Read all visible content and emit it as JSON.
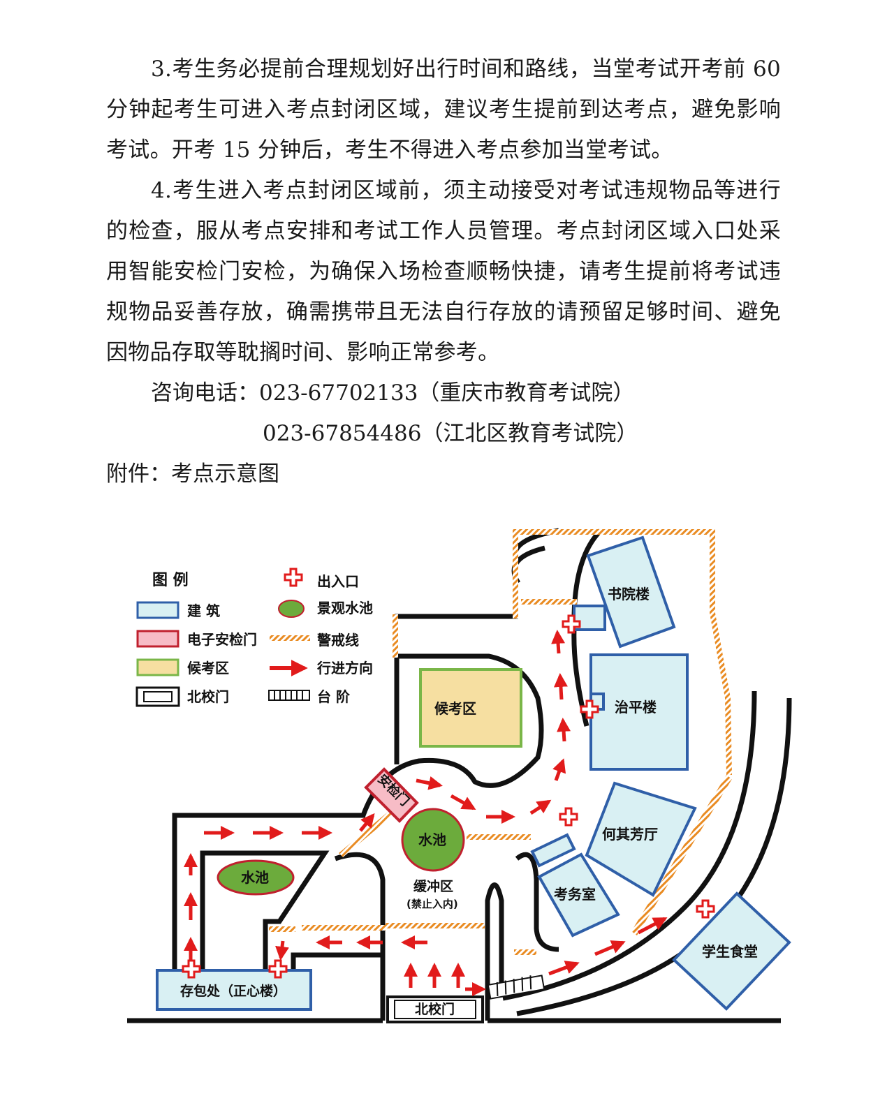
{
  "paragraphs": {
    "p3": "3.考生务必提前合理规划好出行时间和路线，当堂考试开考前 60 分钟起考生可进入考点封闭区域，建议考生提前到达考点，避免影响考试。开考 15 分钟后，考生不得进入考点参加当堂考试。",
    "p4": "4.考生进入考点封闭区域前，须主动接受对考试违规物品等进行的检查，服从考点安排和考试工作人员管理。考点封闭区域入口处采用智能安检门安检，为确保入场检查顺畅快捷，请考生提前将考试违规物品妥善存放，确需携带且无法自行存放的请预留足够时间、避免因物品存取等耽搁时间、影响正常参考。"
  },
  "contact": {
    "label": "咨询电话：",
    "line1": "023-67702133（重庆市教育考试院）",
    "line2": "023-67854486（江北区教育考试院）"
  },
  "attachment": "附件：考点示意图",
  "map": {
    "legend": {
      "title": "图 例",
      "building": "建 筑",
      "security_gate": "电子安检门",
      "waiting_area": "候考区",
      "north_gate": "北校门",
      "entrance": "出入口",
      "pool": "景观水池",
      "cordon": "警戒线",
      "direction": "行进方向",
      "steps": "台 阶"
    },
    "labels": {
      "shuyuan": "书院楼",
      "zhiping": "治平楼",
      "waiting": "候考区",
      "anjianmen": "安检门",
      "pool1": "水池",
      "pool2": "水池",
      "buffer": "缓冲区",
      "buffer_note": "(禁止入内)",
      "heqifang": "何其芳厅",
      "kaowu": "考务室",
      "canteen": "学生食堂",
      "baggage": "存包处（正心楼）",
      "north_gate": "北校门"
    },
    "colors": {
      "building_fill": "#d9f0f3",
      "building_stroke": "#2f5fa8",
      "security_fill": "#f7bcc6",
      "security_stroke": "#c0202e",
      "waiting_fill": "#f6dfa1",
      "waiting_stroke": "#7ab648",
      "pool_fill": "#6cab3c",
      "cordon": "#e98b22",
      "arrow": "#e11b1b"
    }
  }
}
